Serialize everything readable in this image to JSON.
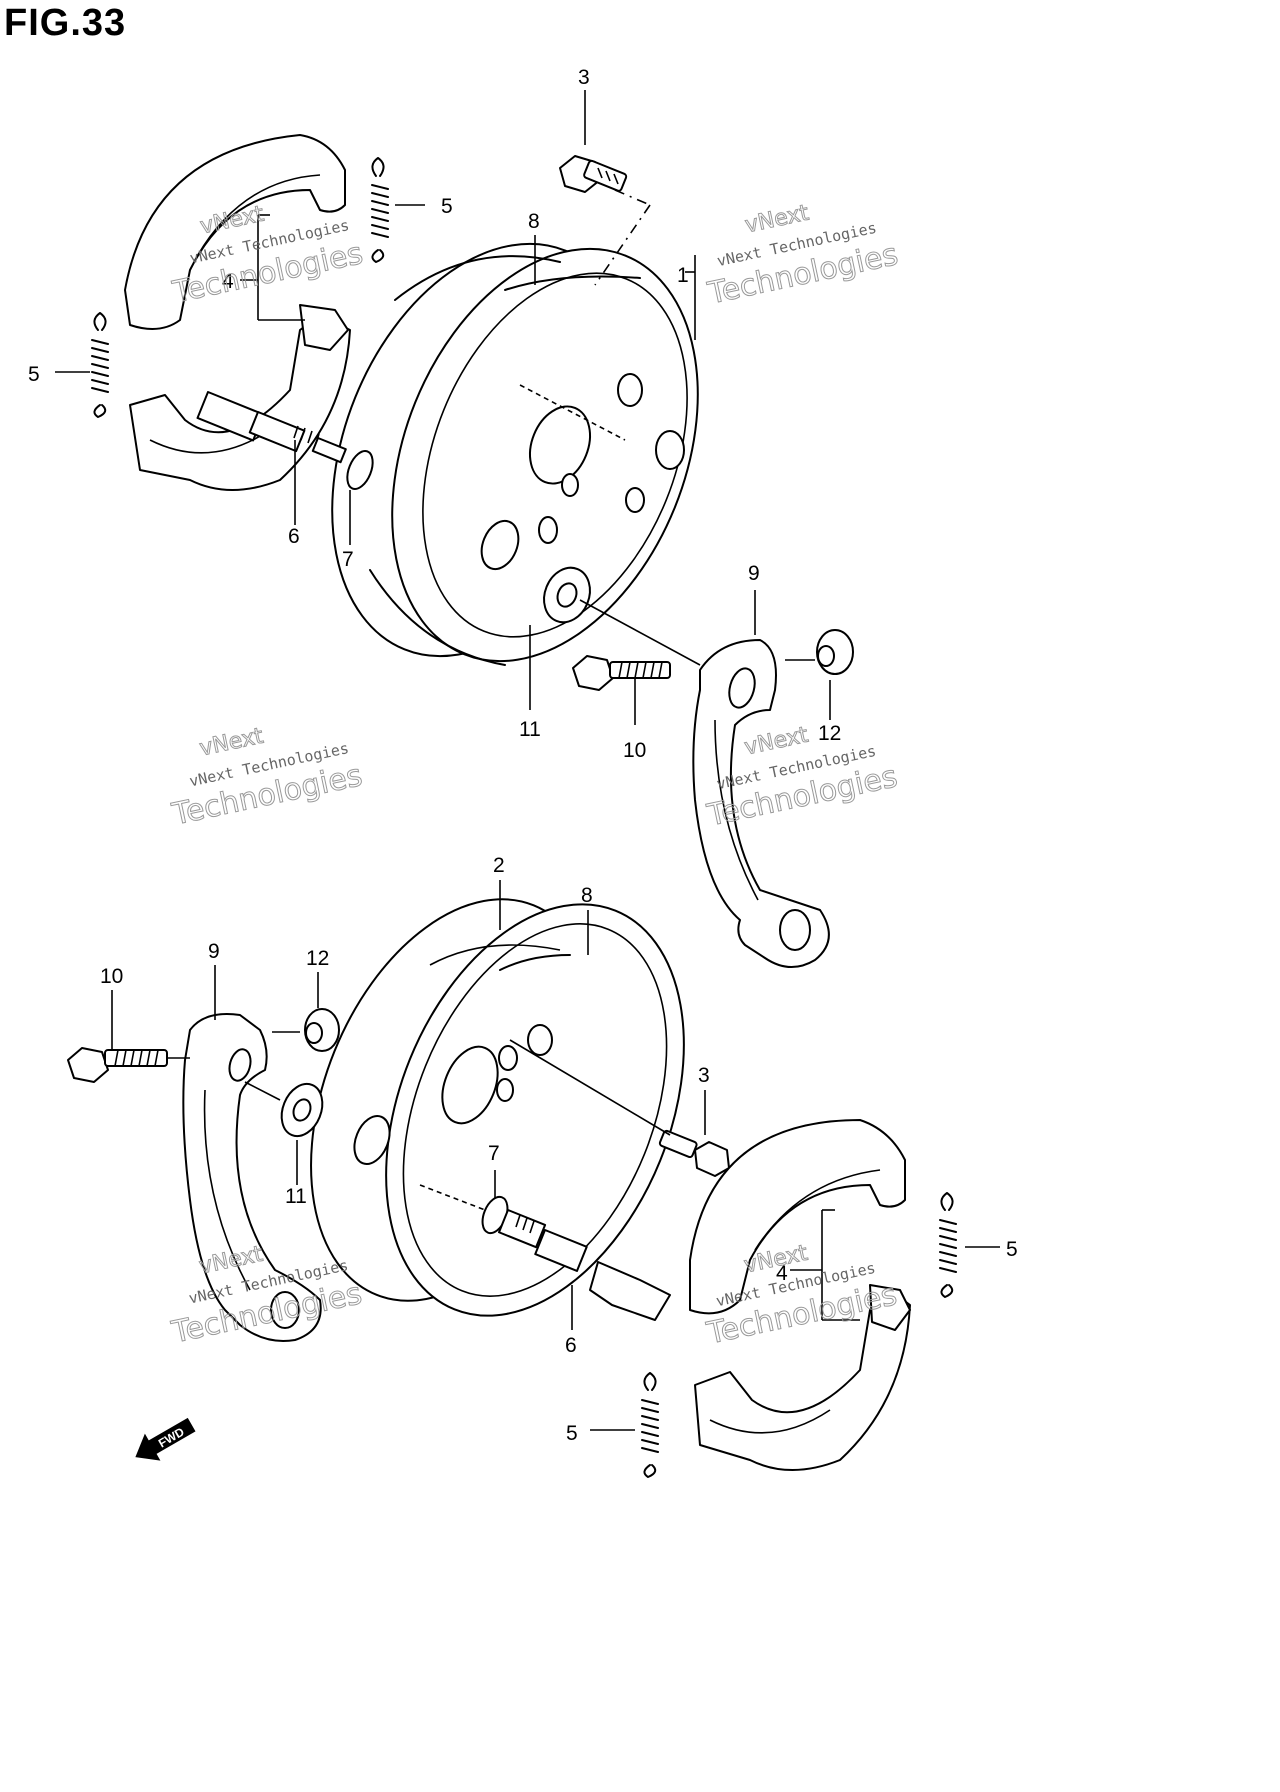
{
  "figure": {
    "title": "FIG.33"
  },
  "callouts": {
    "c1": "1",
    "c2": "2",
    "c3a": "3",
    "c3b": "3",
    "c4a": "4",
    "c4b": "4",
    "c5a": "5",
    "c5b": "5",
    "c5c": "5",
    "c5d": "5",
    "c6a": "6",
    "c6b": "6",
    "c7a": "7",
    "c7b": "7",
    "c8a": "8",
    "c8b": "8",
    "c9a": "9",
    "c9b": "9",
    "c10a": "10",
    "c10b": "10",
    "c11a": "11",
    "c11b": "11",
    "c12a": "12",
    "c12b": "12"
  },
  "watermark": {
    "line1": "vNext Technologies",
    "line2": "Technologies",
    "line3": "vNext"
  },
  "fwd": {
    "label": "FWD"
  },
  "icons": {
    "fwd_arrow": "fwd-arrow-icon"
  }
}
